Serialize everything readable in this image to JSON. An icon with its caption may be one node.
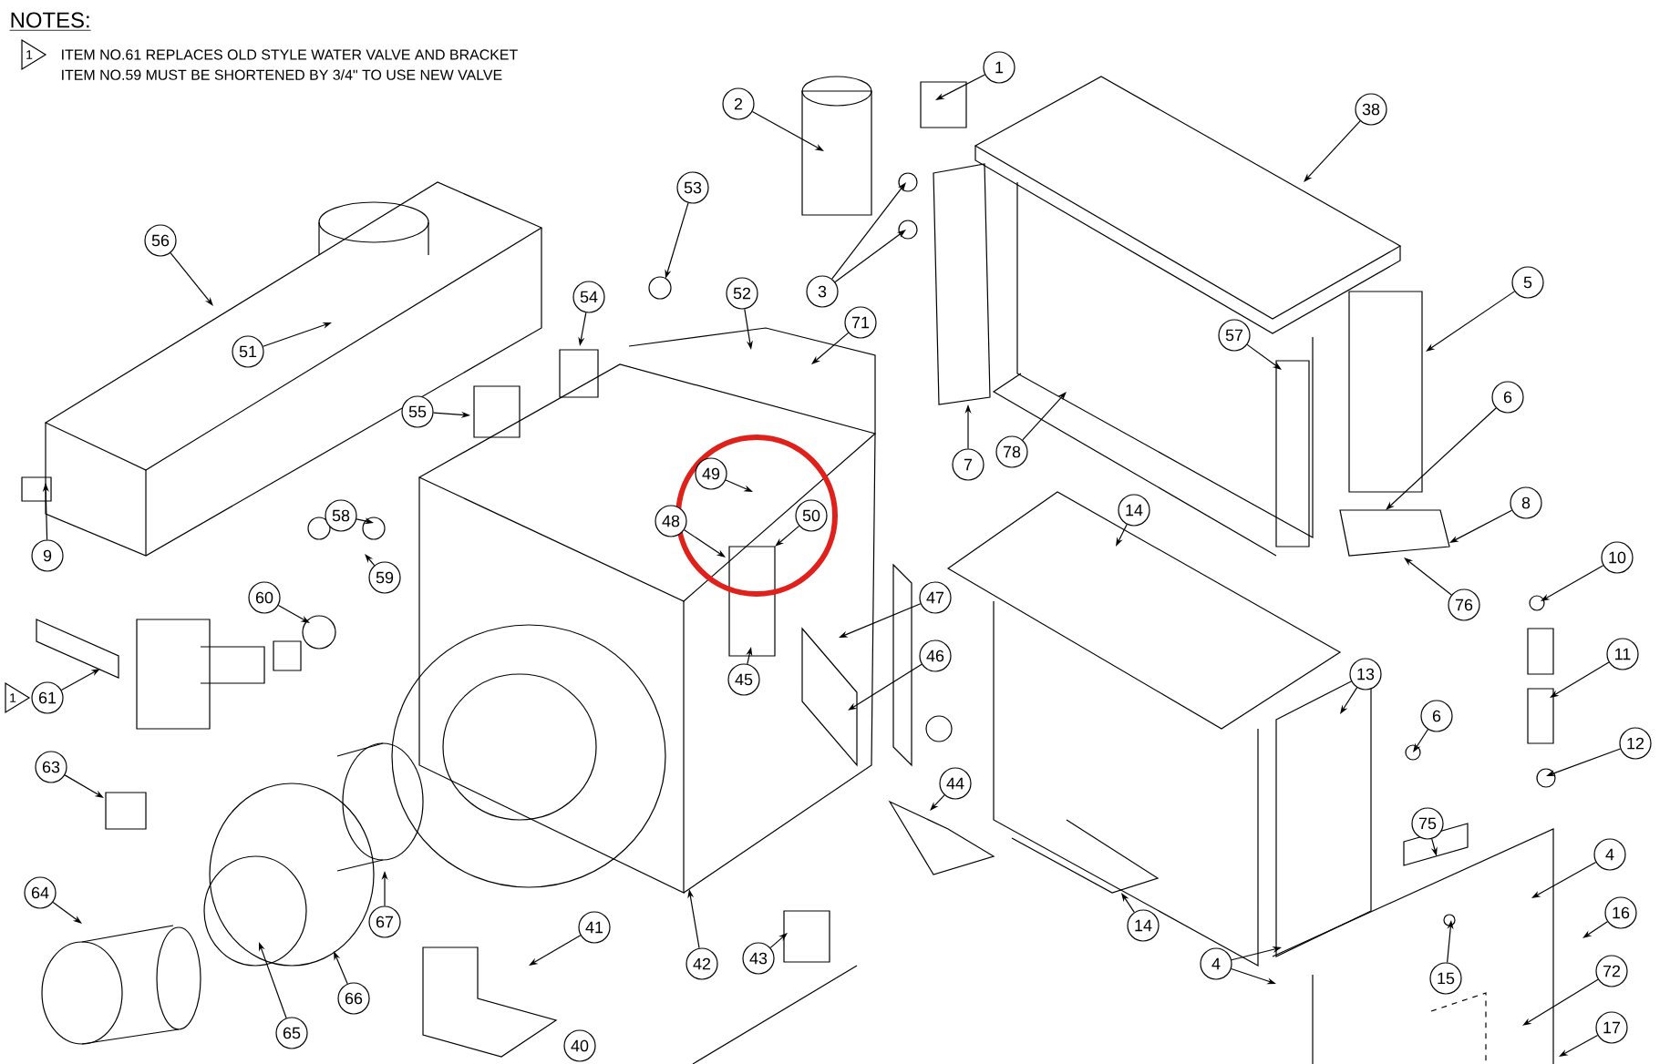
{
  "diagram": {
    "nodes": [
      {
        "text": [
          "1"
        ]
      },
      {
        "text": [
          "2"
        ]
      },
      {
        "text": [
          "38"
        ]
      },
      {
        "text": [
          "53"
        ]
      },
      {
        "text": [
          "56"
        ]
      },
      {
        "text": [
          "5"
        ]
      },
      {
        "text": [
          "3"
        ]
      },
      {
        "text": [
          "52"
        ]
      },
      {
        "text": [
          "54"
        ]
      },
      {
        "text": [
          "71"
        ]
      },
      {
        "text": [
          "57"
        ]
      },
      {
        "text": [
          "51"
        ]
      },
      {
        "text": [
          "6"
        ]
      },
      {
        "text": [
          "55"
        ]
      },
      {
        "text": [
          "78"
        ]
      },
      {
        "text": [
          "7"
        ]
      },
      {
        "text": [
          "49"
        ]
      },
      {
        "text": [
          "8"
        ]
      },
      {
        "text": [
          "14"
        ]
      },
      {
        "text": [
          "58"
        ]
      },
      {
        "text": [
          "50"
        ]
      },
      {
        "text": [
          "48"
        ]
      },
      {
        "text": [
          "9"
        ]
      },
      {
        "text": [
          "10"
        ]
      },
      {
        "text": [
          "59"
        ]
      },
      {
        "text": [
          "60"
        ]
      },
      {
        "text": [
          "47"
        ]
      },
      {
        "text": [
          "76"
        ]
      },
      {
        "text": [
          "11"
        ]
      },
      {
        "text": [
          "46"
        ]
      },
      {
        "text": [
          "13"
        ]
      },
      {
        "text": [
          "45"
        ]
      },
      {
        "text": [
          "61"
        ]
      },
      {
        "text": [
          "6"
        ]
      },
      {
        "text": [
          "12"
        ]
      },
      {
        "text": [
          "63"
        ]
      },
      {
        "text": [
          "44"
        ]
      },
      {
        "text": [
          "75"
        ]
      },
      {
        "text": [
          "4"
        ]
      },
      {
        "text": [
          "64"
        ]
      },
      {
        "text": [
          "16"
        ]
      },
      {
        "text": [
          "67"
        ]
      },
      {
        "text": [
          "14"
        ]
      },
      {
        "text": [
          "41"
        ]
      },
      {
        "text": [
          "43"
        ]
      },
      {
        "text": [
          "42"
        ]
      },
      {
        "text": [
          "4"
        ]
      },
      {
        "text": [
          "72"
        ]
      },
      {
        "text": [
          "15"
        ]
      },
      {
        "text": [
          "66"
        ]
      },
      {
        "text": [
          "17"
        ]
      },
      {
        "text": [
          "65"
        ]
      },
      {
        "text": [
          "40"
        ]
      }
    ],
    "edges": [
      {
        "from": 0,
        "to": null,
        "arrow": "to"
      },
      {
        "from": 1,
        "to": null,
        "arrow": "to"
      },
      {
        "from": 2,
        "to": null,
        "arrow": "to"
      },
      {
        "from": 3,
        "to": null,
        "arrow": "to"
      },
      {
        "from": 4,
        "to": null,
        "arrow": "to"
      },
      {
        "from": 5,
        "to": null,
        "arrow": "to"
      },
      {
        "from": 6,
        "to": null,
        "arrow": "to"
      },
      {
        "from": 6,
        "to": null,
        "arrow": "to"
      },
      {
        "from": 7,
        "to": null,
        "arrow": "to"
      },
      {
        "from": 8,
        "to": null,
        "arrow": "to"
      },
      {
        "from": 9,
        "to": null,
        "arrow": "to"
      },
      {
        "from": 10,
        "to": null,
        "arrow": "to"
      },
      {
        "from": 11,
        "to": null,
        "arrow": "to"
      },
      {
        "from": 12,
        "to": null,
        "arrow": "to"
      },
      {
        "from": 13,
        "to": null,
        "arrow": "to"
      },
      {
        "from": 14,
        "to": null,
        "arrow": "to"
      },
      {
        "from": 15,
        "to": null,
        "arrow": "to"
      },
      {
        "from": 16,
        "to": null,
        "arrow": "to"
      },
      {
        "from": 17,
        "to": null,
        "arrow": "to"
      },
      {
        "from": 18,
        "to": null,
        "arrow": "to"
      },
      {
        "from": 19,
        "to": null,
        "arrow": "to"
      },
      {
        "from": 20,
        "to": null,
        "arrow": "to"
      },
      {
        "from": 21,
        "to": null,
        "arrow": "to"
      },
      {
        "from": 22,
        "to": null,
        "arrow": "to"
      },
      {
        "from": 23,
        "to": null,
        "arrow": "to"
      },
      {
        "from": 24,
        "to": null,
        "arrow": "to"
      },
      {
        "from": 25,
        "to": null,
        "arrow": "to"
      },
      {
        "from": 26,
        "to": null,
        "arrow": "to"
      },
      {
        "from": 27,
        "to": null,
        "arrow": "to"
      },
      {
        "from": 28,
        "to": null,
        "arrow": "to"
      },
      {
        "from": 29,
        "to": null,
        "arrow": "to"
      },
      {
        "from": 30,
        "to": null,
        "arrow": "to"
      },
      {
        "from": 31,
        "to": null,
        "arrow": "to"
      },
      {
        "from": 32,
        "to": null,
        "arrow": "to"
      },
      {
        "from": 33,
        "to": null,
        "arrow": "to"
      },
      {
        "from": 34,
        "to": null,
        "arrow": "to"
      },
      {
        "from": 35,
        "to": null,
        "arrow": "to"
      },
      {
        "from": 36,
        "to": null,
        "arrow": "to"
      },
      {
        "from": 37,
        "to": null,
        "arrow": "to"
      },
      {
        "from": 38,
        "to": null,
        "arrow": "to"
      },
      {
        "from": 39,
        "to": null,
        "arrow": "to"
      },
      {
        "from": 40,
        "to": null,
        "arrow": "to"
      },
      {
        "from": 41,
        "to": null,
        "arrow": "to"
      },
      {
        "from": 42,
        "to": null,
        "arrow": "to"
      },
      {
        "from": 43,
        "to": null,
        "arrow": "to"
      },
      {
        "from": 44,
        "to": null,
        "arrow": "to"
      },
      {
        "from": 45,
        "to": null,
        "arrow": "to"
      },
      {
        "from": 46,
        "to": null,
        "arrow": "to"
      },
      {
        "from": 46,
        "to": null,
        "arrow": "to"
      },
      {
        "from": 47,
        "to": null,
        "arrow": "to"
      },
      {
        "from": 48,
        "to": null,
        "arrow": "to"
      },
      {
        "from": 49,
        "to": null,
        "arrow": "to"
      },
      {
        "from": 50,
        "to": null,
        "arrow": "to"
      },
      {
        "from": 51,
        "to": null,
        "arrow": "to"
      }
    ],
    "labels": [
      "NOTES:",
      "1",
      "ITEM NO.61 REPLACES OLD STYLE WATER VALVE AND BRACKET",
      "ITEM NO.59 MUST BE SHORTENED BY 3/4\" TO USE NEW VALVE",
      "1"
    ]
  }
}
